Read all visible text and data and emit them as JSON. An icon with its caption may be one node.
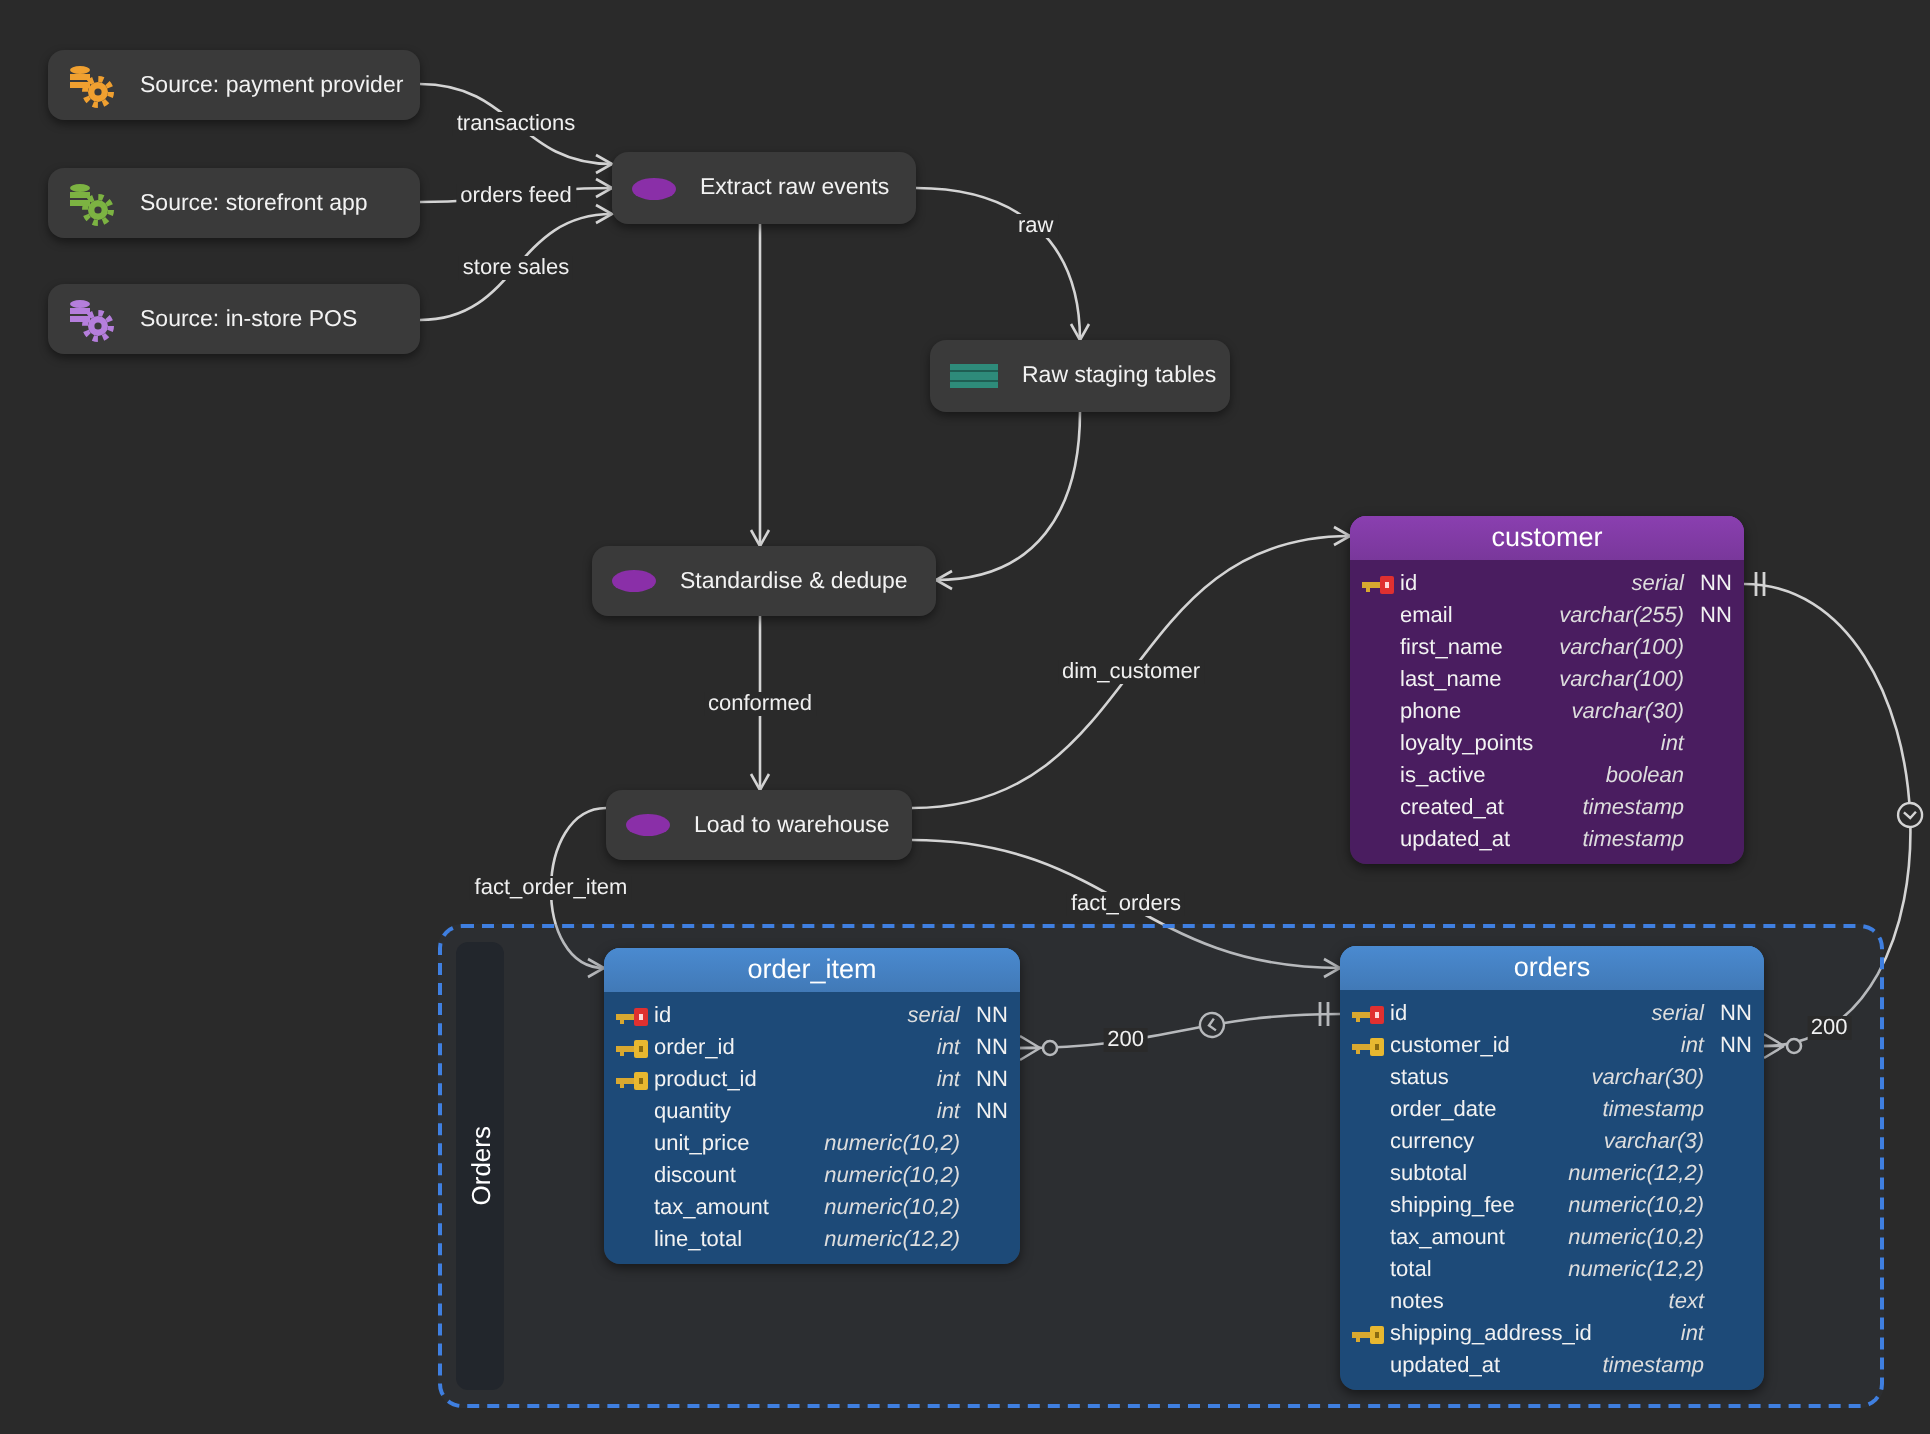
{
  "diagram": {
    "nodes": [
      {
        "text": [
          "Source: payment provider"
        ]
      },
      {
        "text": [
          "Source: storefront app"
        ]
      },
      {
        "text": [
          "Source: in-store POS"
        ]
      },
      {
        "text": [
          "Extract raw events"
        ]
      },
      {
        "text": [
          "Raw staging tables"
        ]
      },
      {
        "text": [
          "Standardise & dedupe"
        ]
      },
      {
        "text": [
          "customer",
          "id",
          "serial",
          "NN",
          "email",
          "varchar(255)",
          "NN",
          "first_name",
          "varchar(100)",
          "last_name",
          "varchar(100)",
          "phone",
          "varchar(30)",
          "loyalty_points",
          "int",
          "is_active",
          "boolean",
          "created_at",
          "timestamp",
          "updated_at",
          "timestamp"
        ]
      },
      {
        "text": [
          "Load to warehouse"
        ]
      },
      {
        "text": [
          "Orders"
        ]
      },
      {
        "text": [
          "order_item",
          "id",
          "serial",
          "NN",
          "order_id",
          "int",
          "NN",
          "product_id",
          "int",
          "NN",
          "quantity",
          "int",
          "NN",
          "unit_price",
          "numeric(10,2)",
          "discount",
          "numeric(10,2)",
          "tax_amount",
          "numeric(10,2)",
          "line_total",
          "numeric(12,2)"
        ],
        "in": 8
      },
      {
        "text": [
          "orders",
          "id",
          "serial",
          "NN",
          "customer_id",
          "int",
          "NN",
          "status",
          "varchar(30)",
          "order_date",
          "timestamp",
          "currency",
          "varchar(3)",
          "subtotal",
          "numeric(12,2)",
          "shipping_fee",
          "numeric(10,2)",
          "tax_amount",
          "numeric(10,2)",
          "total",
          "numeric(12,2)",
          "notes",
          "text",
          "shipping_address_id",
          "int",
          "updated_at",
          "timestamp"
        ],
        "in": 8
      }
    ],
    "edges": [
      {
        "from": 0,
        "to": 3,
        "arrow": "to",
        "label": "transactions"
      },
      {
        "from": 1,
        "to": 3,
        "arrow": "to",
        "label": "orders feed"
      },
      {
        "from": 2,
        "to": 3,
        "arrow": "to",
        "label": "store sales"
      },
      {
        "from": 3,
        "to": 4,
        "arrow": "to",
        "label": "raw"
      },
      {
        "from": 3,
        "to": 5,
        "arrow": "to"
      },
      {
        "from": 4,
        "to": 5,
        "arrow": "to"
      },
      {
        "from": 5,
        "to": 7,
        "arrow": "to",
        "label": "conformed"
      },
      {
        "from": 7,
        "to": 6,
        "arrow": "to",
        "label": "dim_customer"
      },
      {
        "from": 7,
        "to": 9,
        "arrow": "to",
        "label": "fact_order_item"
      },
      {
        "from": 7,
        "to": 10,
        "arrow": "to",
        "label": "fact_orders"
      },
      {
        "from": 9,
        "to": 10,
        "arrow": "other",
        "label": "200"
      },
      {
        "from": 10,
        "to": 6,
        "arrow": "other",
        "label": "200"
      }
    ]
  }
}
